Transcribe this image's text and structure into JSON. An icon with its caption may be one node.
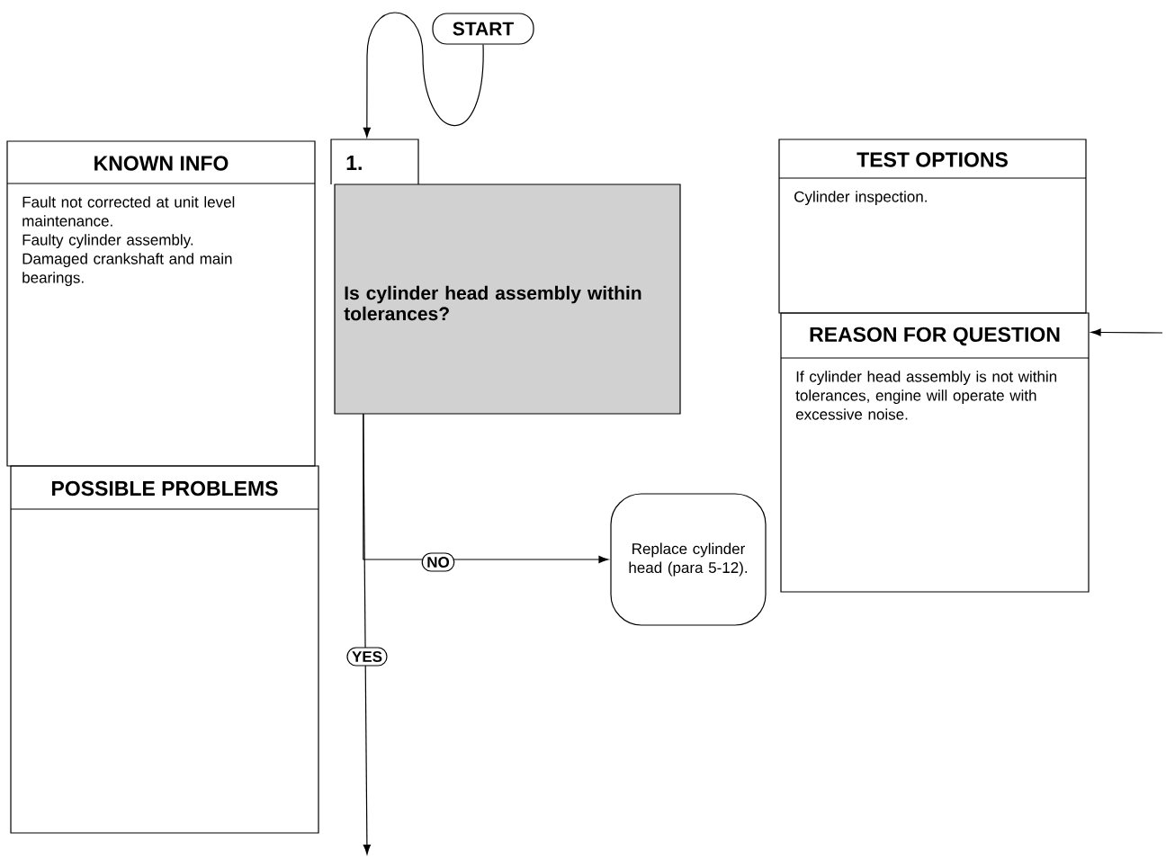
{
  "diagram": {
    "nodes": [
      {
        "text": [
          "START"
        ]
      },
      {
        "text": [
          "KNOWN INFO",
          "Fault not corrected at unit level maintenance.",
          "Faulty cylinder assembly.",
          "Damaged crankshaft and main bearings."
        ]
      },
      {
        "text": [
          "POSSIBLE PROBLEMS"
        ]
      },
      {
        "text": [
          "1.",
          "Is cylinder head assembly within tolerances?"
        ]
      },
      {
        "text": [
          "TEST OPTIONS",
          "Cylinder inspection."
        ]
      },
      {
        "text": [
          "REASON FOR QUESTION",
          "If cylinder head assembly is not within tolerances, engine will operate with excessive noise."
        ]
      },
      {
        "text": [
          "Replace cylinder head (para 5-12)."
        ]
      }
    ],
    "edges": [
      {
        "from": 0,
        "to": 3,
        "arrow": "to"
      },
      {
        "from": 3,
        "to": 6,
        "arrow": "to",
        "label": "NO"
      },
      {
        "from": 3,
        "to": null,
        "arrow": "to",
        "label": "YES"
      },
      {
        "from": null,
        "to": 5,
        "arrow": "to"
      }
    ]
  }
}
